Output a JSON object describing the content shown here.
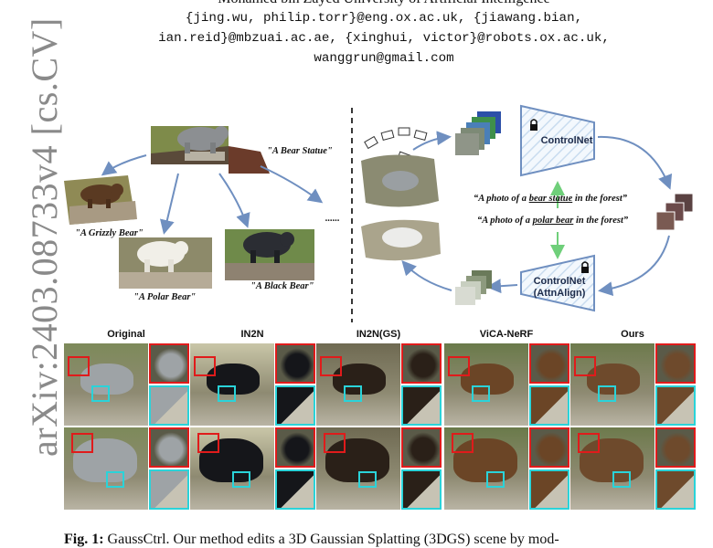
{
  "arxiv_stamp": "arXiv:2403.08733v4  [cs.CV]",
  "affiliation": "Mohamed bin Zayed University of Artificial Intelligence",
  "emails": [
    "{jing.wu, philip.torr}@eng.ox.ac.uk, {jiawang.bian,",
    "ian.reid}@mbzuai.ac.ae, {xinghui, victor}@robots.ox.ac.uk,",
    "wanggrun@gmail.com"
  ],
  "figure_top": {
    "left_prompts": {
      "statue": "\"A Bear Statue\"",
      "grizzly": "\"A Grizzly Bear\"",
      "polar": "\"A Polar Bear\"",
      "black": "\"A Black Bear\"",
      "ellipsis": "......"
    },
    "pipeline": {
      "controlnet_top": "ControlNet",
      "controlnet_bottom_line1": "ControlNet",
      "controlnet_bottom_line2": "(AttnAlign)",
      "prompt1_pre": "“A photo of a ",
      "prompt1_u": "bear statue",
      "prompt1_post": " in the forest”",
      "prompt2_pre": "“A photo of a ",
      "prompt2_u": "polar bear",
      "prompt2_post": " in the forest”"
    }
  },
  "grid": {
    "columns": [
      "Original",
      "IN2N",
      "IN2N(GS)",
      "ViCA-NeRF",
      "Ours"
    ],
    "accent_red": "#e01b1b",
    "accent_cyan": "#2ad3d9"
  },
  "caption": {
    "label": "Fig. 1:",
    "text": " GaussCtrl. Our method edits a 3D Gaussian Splatting (3DGS) scene by mod-"
  }
}
